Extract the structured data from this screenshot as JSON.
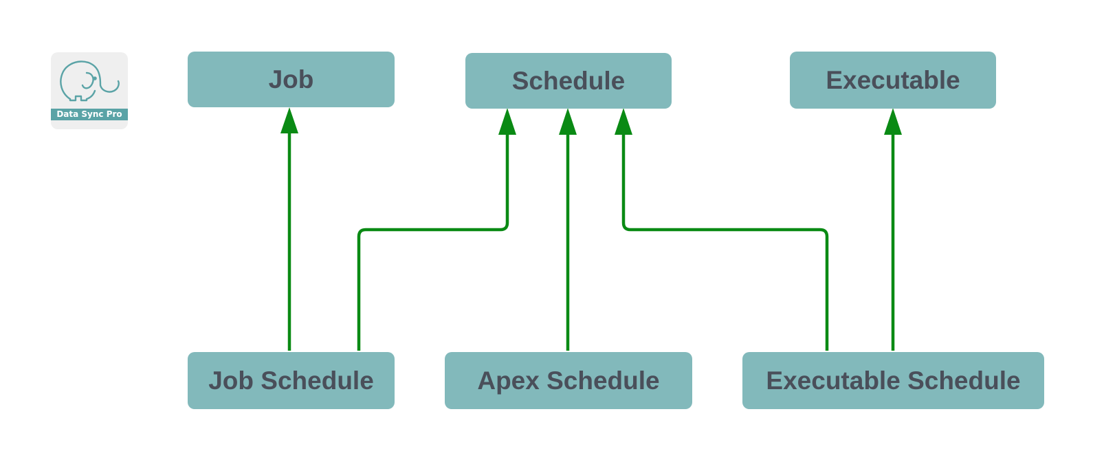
{
  "logo": {
    "label": "Data Sync Pro",
    "icon": "elephant-icon"
  },
  "nodes": {
    "job": "Job",
    "schedule": "Schedule",
    "executable": "Executable",
    "job_schedule": "Job Schedule",
    "apex_schedule": "Apex Schedule",
    "executable_schedule": "Executable Schedule"
  },
  "colors": {
    "node_fill": "#82b9bb",
    "node_text": "#4a4f5a",
    "arrow": "#0a8a14",
    "logo_teal": "#5aa3a6"
  }
}
